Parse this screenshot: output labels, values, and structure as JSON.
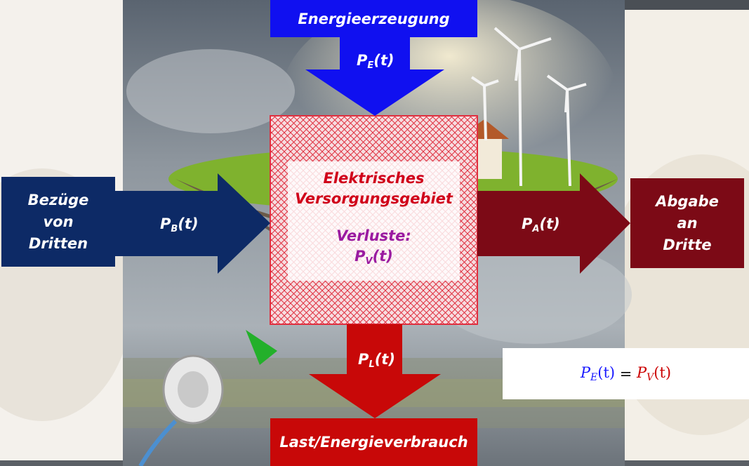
{
  "source": {
    "title": "Energieerzeugung",
    "label_main": "P",
    "label_sub": "E",
    "label_tail": "(t)",
    "color": "#1010f0"
  },
  "import": {
    "lines": [
      "Bezüge",
      "von",
      "Dritten"
    ],
    "label_main": "P",
    "label_sub": "B",
    "label_tail": "(t)",
    "color": "#0d2a66"
  },
  "export": {
    "lines": [
      "Abgabe",
      "an",
      "Dritte"
    ],
    "label_main": "P",
    "label_sub": "A",
    "label_tail": "(t)",
    "color": "#7c0a16"
  },
  "load": {
    "title": "Last/Energieverbrauch",
    "label_main": "P",
    "label_sub": "L",
    "label_tail": "(t)",
    "color": "#c80808"
  },
  "center": {
    "title_line1": "Elektrisches",
    "title_line2": "Versorgungsgebiet",
    "losses_label": "Verluste:",
    "losses_main": "P",
    "losses_sub": "V",
    "losses_tail": "(t)",
    "title_color": "#d0001a",
    "losses_color": "#9a1aa0"
  },
  "formula": {
    "lhs_main": "P",
    "lhs_sub": "E",
    "lhs_tail": "(t)",
    "equals": " = ",
    "rhs_main": "P",
    "rhs_sub": "V",
    "rhs_tail": "(t)"
  }
}
